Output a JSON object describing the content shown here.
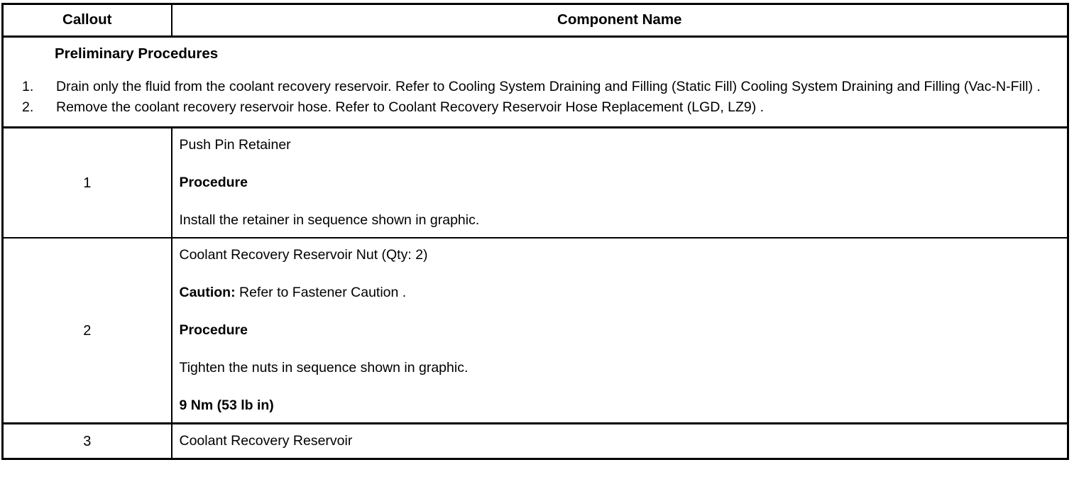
{
  "table": {
    "headers": {
      "callout": "Callout",
      "component_name": "Component Name"
    },
    "preliminary": {
      "title": "Preliminary Procedures",
      "steps": [
        {
          "number": "1.",
          "text": "Drain only the fluid from the coolant recovery reservoir. Refer to Cooling System Draining and Filling (Static Fill) Cooling System Draining and Filling (Vac-N-Fill) ."
        },
        {
          "number": "2.",
          "text": "Remove the coolant recovery reservoir hose. Refer to Coolant Recovery Reservoir Hose Replacement (LGD, LZ9) ."
        }
      ]
    },
    "rows": [
      {
        "callout": "1",
        "component": "Push Pin Retainer",
        "procedure_label": "Procedure",
        "procedure_text": "Install the retainer in sequence shown in graphic."
      },
      {
        "callout": "2",
        "component": "Coolant Recovery Reservoir Nut (Qty: 2)",
        "caution_label": "Caution:",
        "caution_text": " Refer to Fastener Caution .",
        "procedure_label": "Procedure",
        "procedure_text": "Tighten the nuts in sequence shown in graphic.",
        "torque": "9 Nm (53 lb in)"
      },
      {
        "callout": "3",
        "component": "Coolant Recovery Reservoir"
      }
    ]
  }
}
